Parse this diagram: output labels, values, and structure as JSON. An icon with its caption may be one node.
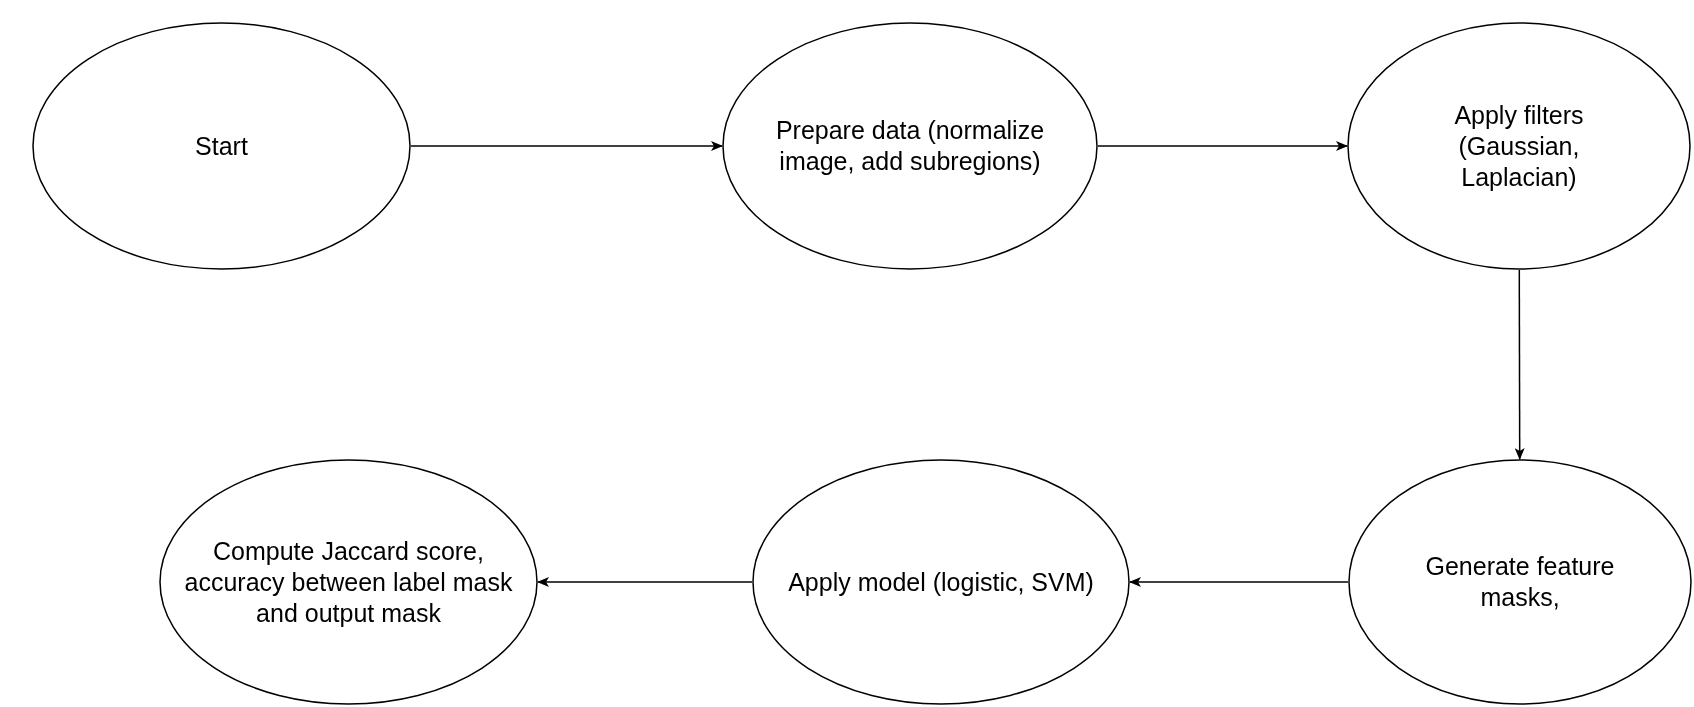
{
  "diagram": {
    "nodes": [
      {
        "text": [
          "Start"
        ]
      },
      {
        "text": [
          "Prepare data (normalize image, add subregions)"
        ]
      },
      {
        "text": [
          "Apply filters (Gaussian, Laplacian)"
        ]
      },
      {
        "text": [
          "Generate feature masks,"
        ]
      },
      {
        "text": [
          "Apply model (logistic, SVM)"
        ]
      },
      {
        "text": [
          "Compute Jaccard score, accuracy between label mask and output mask"
        ]
      }
    ],
    "edges": [
      {
        "from": 0,
        "to": 1,
        "arrow": "to"
      },
      {
        "from": 1,
        "to": 2,
        "arrow": "to"
      },
      {
        "from": 2,
        "to": 3,
        "arrow": "to"
      },
      {
        "from": 3,
        "to": 4,
        "arrow": "to"
      },
      {
        "from": 4,
        "to": 5,
        "arrow": "to"
      }
    ]
  }
}
